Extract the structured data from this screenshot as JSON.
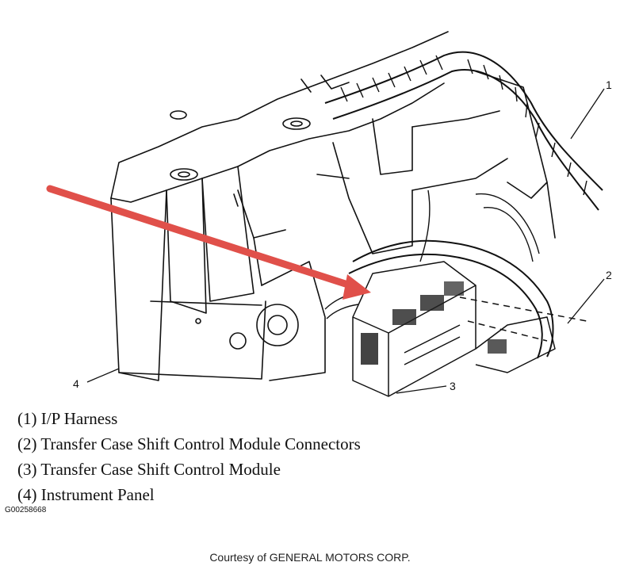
{
  "callouts": [
    "1",
    "2",
    "3",
    "4"
  ],
  "legend": [
    "(1) I/P Harness",
    "(2) Transfer Case Shift Control Module Connectors",
    "(3) Transfer Case Shift Control Module",
    "(4) Instrument Panel"
  ],
  "figure_id": "G00258668",
  "courtesy": "Courtesy of GENERAL MOTORS CORP.",
  "colors": {
    "arrow": "#e0504a",
    "line": "#111111",
    "background": "#ffffff"
  }
}
